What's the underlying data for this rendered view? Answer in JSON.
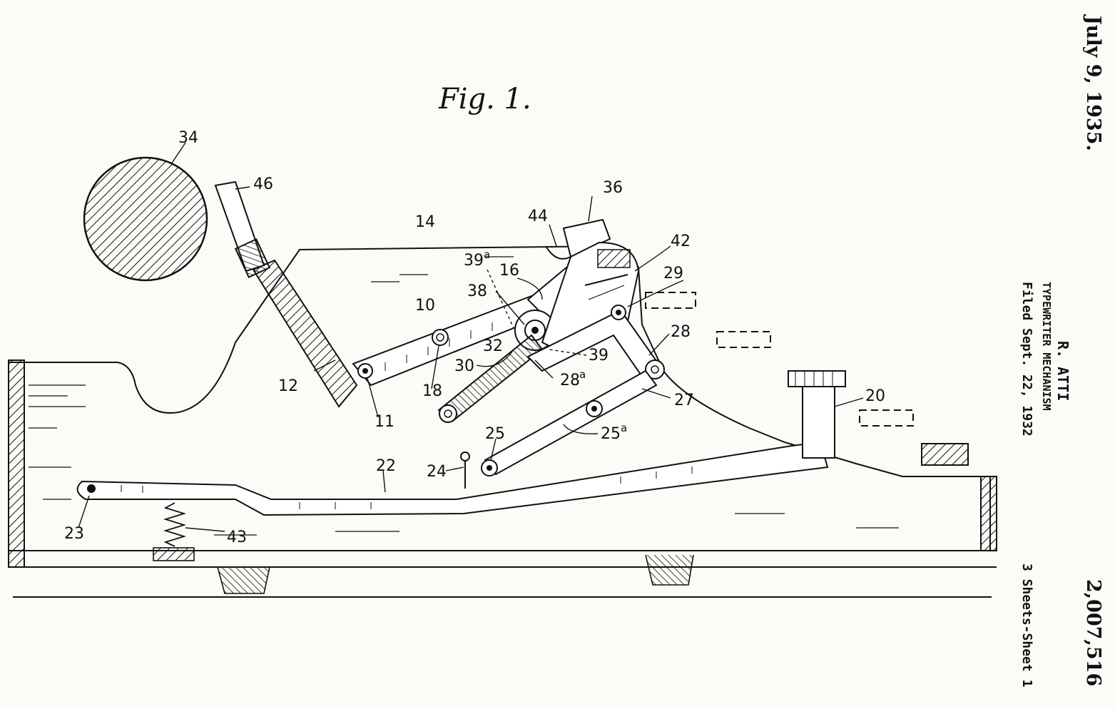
{
  "header": {
    "date": "July 9, 1935.",
    "patent_number": "2,007,516",
    "inventor": "R. ATTI",
    "title": "TYPEWRITER MECHANISM",
    "filed": "Filed Sept. 22, 1932",
    "sheets": "3 Sheets-Sheet 1"
  },
  "figure": {
    "title": "Fig. 1.",
    "labels": {
      "l34": "34",
      "l46": "46",
      "l14": "14",
      "l44": "44",
      "l36": "36",
      "l42": "42",
      "l39a": "39",
      "l39a_sup": "a",
      "l16": "16",
      "l29": "29",
      "l38": "38",
      "l10": "10",
      "l28": "28",
      "l32": "32",
      "l39": "39",
      "l30": "30",
      "l28a": "28",
      "l28a_sup": "a",
      "l12": "12",
      "l18": "18",
      "l27": "27",
      "l11": "11",
      "l20": "20",
      "l25": "25",
      "l25a": "25",
      "l25a_sup": "a",
      "l22": "22",
      "l24": "24",
      "l23": "23",
      "l43": "43"
    }
  }
}
